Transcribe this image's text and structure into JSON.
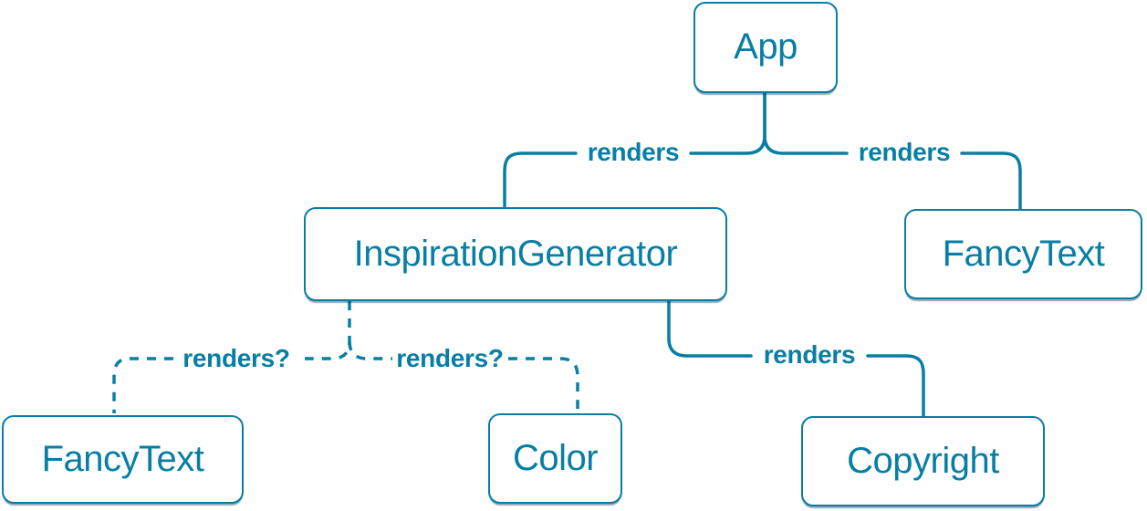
{
  "diagram": {
    "colors": {
      "accent": "#087ea4",
      "node_fill": "#ffffff",
      "background": "#ffffff"
    },
    "nodes": [
      {
        "id": "app",
        "label": "App"
      },
      {
        "id": "inspiration-generator",
        "label": "InspirationGenerator"
      },
      {
        "id": "fancy-text-top",
        "label": "FancyText"
      },
      {
        "id": "fancy-text-bottom",
        "label": "FancyText"
      },
      {
        "id": "color",
        "label": "Color"
      },
      {
        "id": "copyright",
        "label": "Copyright"
      }
    ],
    "edges": [
      {
        "from": "App",
        "to": "InspirationGenerator",
        "label": "renders",
        "style": "solid"
      },
      {
        "from": "App",
        "to": "FancyText",
        "label": "renders",
        "style": "solid"
      },
      {
        "from": "InspirationGenerator",
        "to": "FancyText",
        "label": "renders?",
        "style": "dashed"
      },
      {
        "from": "InspirationGenerator",
        "to": "Color",
        "label": "renders?",
        "style": "dashed"
      },
      {
        "from": "InspirationGenerator",
        "to": "Copyright",
        "label": "renders",
        "style": "solid"
      }
    ]
  }
}
